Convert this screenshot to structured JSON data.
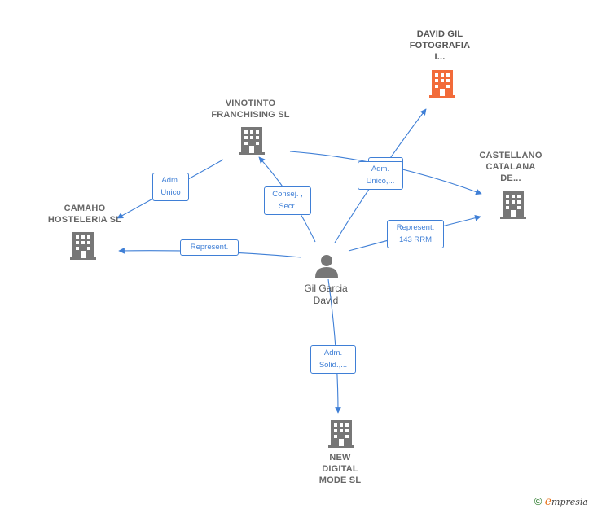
{
  "nodes": {
    "david_gil": {
      "label": "DAVID GIL\nFOTOGRAFIA\nI...",
      "icon": "building-icon",
      "color": "#f26b3a"
    },
    "vinotinto": {
      "label": "VINOTINTO\nFRANCHISING SL",
      "icon": "building-icon",
      "color": "#777777"
    },
    "castellano": {
      "label": "CASTELLANO\nCATALANA\nDE...",
      "icon": "building-icon",
      "color": "#777777"
    },
    "camaho": {
      "label": "CAMAHO\nHOSTELERIA SL",
      "icon": "building-icon",
      "color": "#777777"
    },
    "new_digital": {
      "label": "NEW\nDIGITAL\nMODE  SL",
      "icon": "building-icon",
      "color": "#777777"
    },
    "person": {
      "label": "Gil Garcia\nDavid",
      "icon": "person-icon",
      "color": "#777777"
    }
  },
  "edges": {
    "adm_unico_camaho": "Adm.\nUnico",
    "consej_secr": "Consej. ,\nSecr.",
    "adm_unico_multi": "Adm.\nUnico,...",
    "represent_castellano": "Represent.\n143 RRM",
    "represent_camaho": "Represent.",
    "adm_solid": "Adm.\nSolid.,..."
  },
  "colors": {
    "edge": "#3f7fd6",
    "building_highlight": "#f26b3a",
    "building": "#777777"
  },
  "footer": {
    "copyright": "©",
    "brand_e": "e",
    "brand_rest": "mpresia"
  }
}
